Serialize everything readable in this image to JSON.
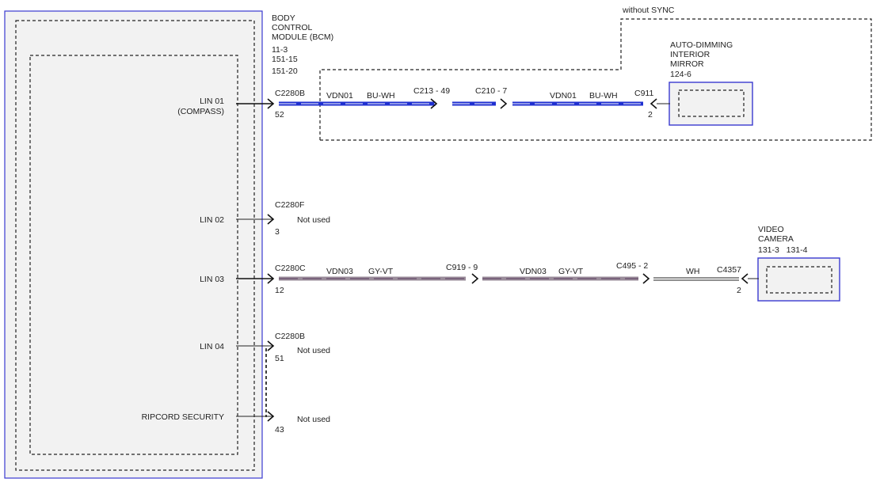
{
  "module": {
    "title_lines": [
      "BODY",
      "CONTROL",
      "MODULE (BCM)"
    ],
    "refs": [
      "11-3",
      "151-15",
      "151-20"
    ]
  },
  "without_sync": "without SYNC",
  "mirror": {
    "title_lines": [
      "AUTO-DIMMING",
      "INTERIOR",
      "MIRROR"
    ],
    "ref": "124-6"
  },
  "camera": {
    "title_lines": [
      "VIDEO",
      "CAMERA"
    ],
    "refs": "131-3   131-4"
  },
  "pins": {
    "lin01": {
      "label_lines": [
        "LIN 01",
        "(COMPASS)"
      ],
      "connector": "C2280B",
      "pin": "52"
    },
    "lin02": {
      "label": "LIN 02",
      "connector": "C2280F",
      "pin": "3",
      "status": "Not used"
    },
    "lin03": {
      "label": "LIN 03",
      "connector": "C2280C",
      "pin": "12"
    },
    "lin04": {
      "label": "LIN 04",
      "connector": "C2280B",
      "pin": "51",
      "status": "Not used"
    },
    "ripcord": {
      "label": "RIPCORD SECURITY",
      "pin": "43",
      "status": "Not used"
    }
  },
  "circuit_a": {
    "circuit": "VDN01",
    "color": "BU-WH",
    "inline1": "C213 - 49",
    "inline2": "C210 - 7",
    "circuit2": "VDN01",
    "color2": "BU-WH",
    "end_connector": "C911",
    "end_pin": "2"
  },
  "circuit_b": {
    "circuit": "VDN03",
    "color": "GY-VT",
    "inline1": "C919 - 9",
    "circuit2": "VDN03",
    "color2": "GY-VT",
    "inline2": "C495 - 2",
    "color3": "WH",
    "end_connector": "C4357",
    "end_pin": "2"
  },
  "colors": {
    "blue_wire": "#1f2fd0",
    "blue_wire_stripe": "#ffffff",
    "gray_wire": "#9a8c9a",
    "gray_wire_stripe": "#5a3d60",
    "component_border": "#3a3ad0",
    "component_fill": "#f2f2f2"
  }
}
